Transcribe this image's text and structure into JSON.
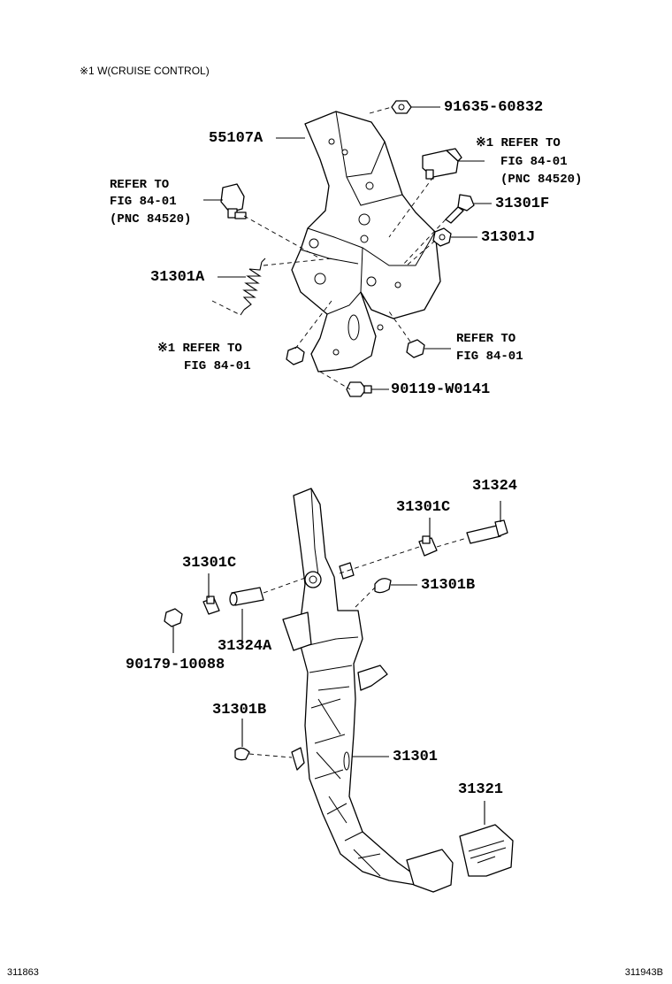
{
  "header_note": "※1 W(CRUISE CONTROL)",
  "footer": {
    "left_code": "311863",
    "right_code": "311943B"
  },
  "top_assembly": {
    "labels": {
      "p91635": "91635-60832",
      "p55107a": "55107A",
      "ref_cruise_line1": "※1 REFER TO",
      "ref_cruise_line2": "FIG 84-01",
      "ref_cruise_line3": "(PNC 84520)",
      "ref_left_line1": "REFER TO",
      "ref_left_line2": "FIG 84-01",
      "ref_left_line3": "(PNC 84520)",
      "p31301f": "31301F",
      "p31301j": "31301J",
      "p31301a": "31301A",
      "ref_lower_left_line1": "※1 REFER TO",
      "ref_lower_left_line2": "FIG 84-01",
      "ref_lower_right_line1": "REFER TO",
      "ref_lower_right_line2": "FIG 84-01",
      "p90119": "90119-W0141"
    }
  },
  "bottom_assembly": {
    "labels": {
      "p31324": "31324",
      "p31301c_right": "31301C",
      "p31301c_left": "31301C",
      "p31301b_upper": "31301B",
      "p31324a": "31324A",
      "p90179": "90179-10088",
      "p31301b_lower": "31301B",
      "p31301": "31301",
      "p31321": "31321"
    }
  }
}
